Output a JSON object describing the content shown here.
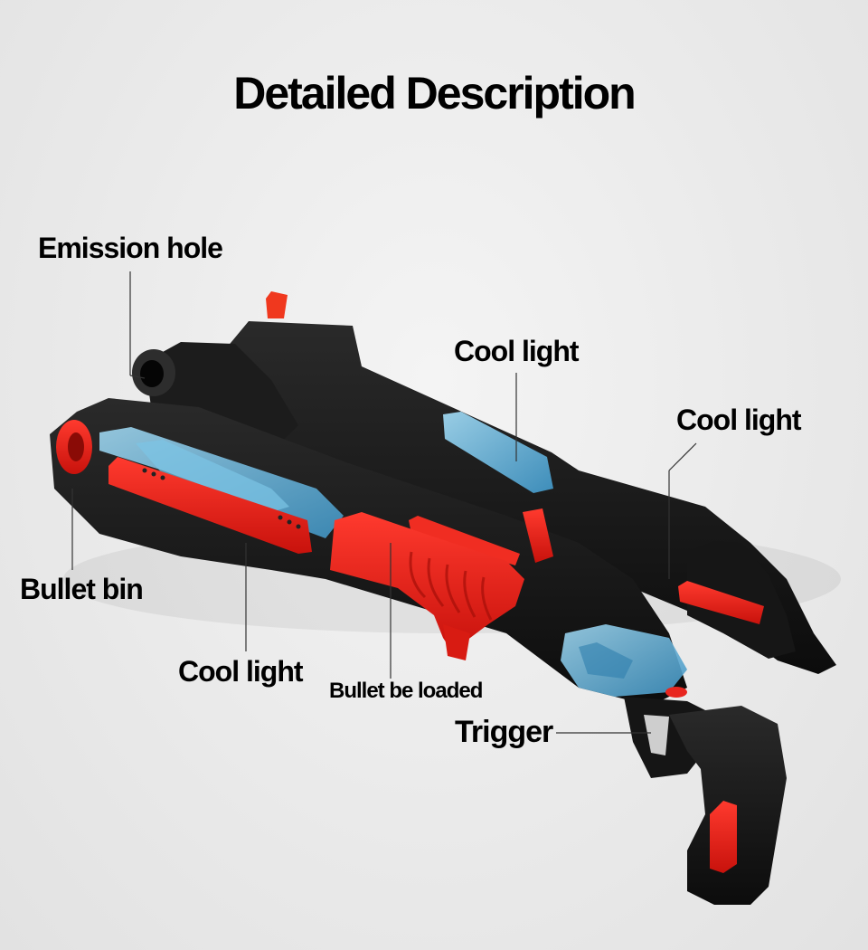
{
  "title": "Detailed Description",
  "labels": {
    "emission_hole": "Emission hole",
    "cool_light_top": "Cool light",
    "cool_light_right": "Cool light",
    "bullet_bin": "Bullet bin",
    "cool_light_bottom": "Cool light",
    "bullet_loaded": "Bullet be loaded",
    "trigger": "Trigger"
  },
  "colors": {
    "body_black": "#1a1a1a",
    "accent_red": "#e8261f",
    "light_blue": "#5fb3d8",
    "background": "#ececec"
  }
}
